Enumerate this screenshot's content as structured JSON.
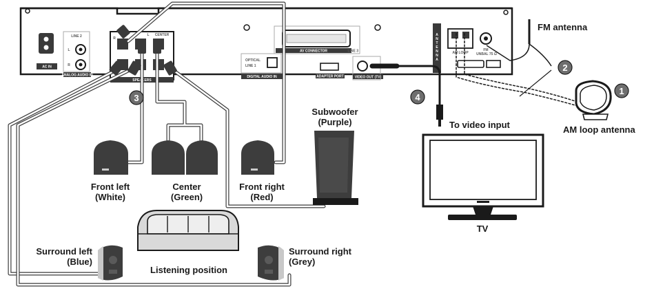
{
  "labels": {
    "fm_antenna": "FM antenna",
    "am_loop_antenna": "AM loop antenna",
    "to_video_input": "To video input",
    "tv": "TV",
    "subwoofer": "Subwoofer",
    "subwoofer_color": "(Purple)",
    "front_left": "Front left",
    "front_left_color": "(White)",
    "center": "Center",
    "center_color": "(Green)",
    "front_right": "Front right",
    "front_right_color": "(Red)",
    "surround_left": "Surround left",
    "surround_left_color": "(Blue)",
    "surround_right": "Surround right",
    "surround_right_color": "(Grey)",
    "listening_position": "Listening position"
  },
  "panel": {
    "ac_in": "AC IN",
    "line2": "LINE 2",
    "l": "L",
    "r": "R",
    "analog_audio_in": "ANALOG AUDIO IN",
    "speakers": "SPEAKERS",
    "center": "CENTER",
    "av_connector": "AV CONNECTOR",
    "line3": "LINE 3",
    "optical": "OPTICAL",
    "line1": "LINE 1",
    "digital_audio_in": "DIGITAL AUDIO IN",
    "adapter_port": "ADAPTER PORT",
    "video_out": "VIDEO OUT (TV)",
    "antenna": "ANTENNA",
    "am_loop": "AM LOOP",
    "fm": "FM",
    "unbal": "UNBAL 75 Ω"
  },
  "steps": [
    "1",
    "2",
    "3",
    "4"
  ],
  "colors": {
    "outline": "#1a1a1a",
    "panel": "#3a3a3a",
    "speaker": "#3d3d3d",
    "badge": "#6e6e6e",
    "sofa": "#d9d9d9"
  }
}
